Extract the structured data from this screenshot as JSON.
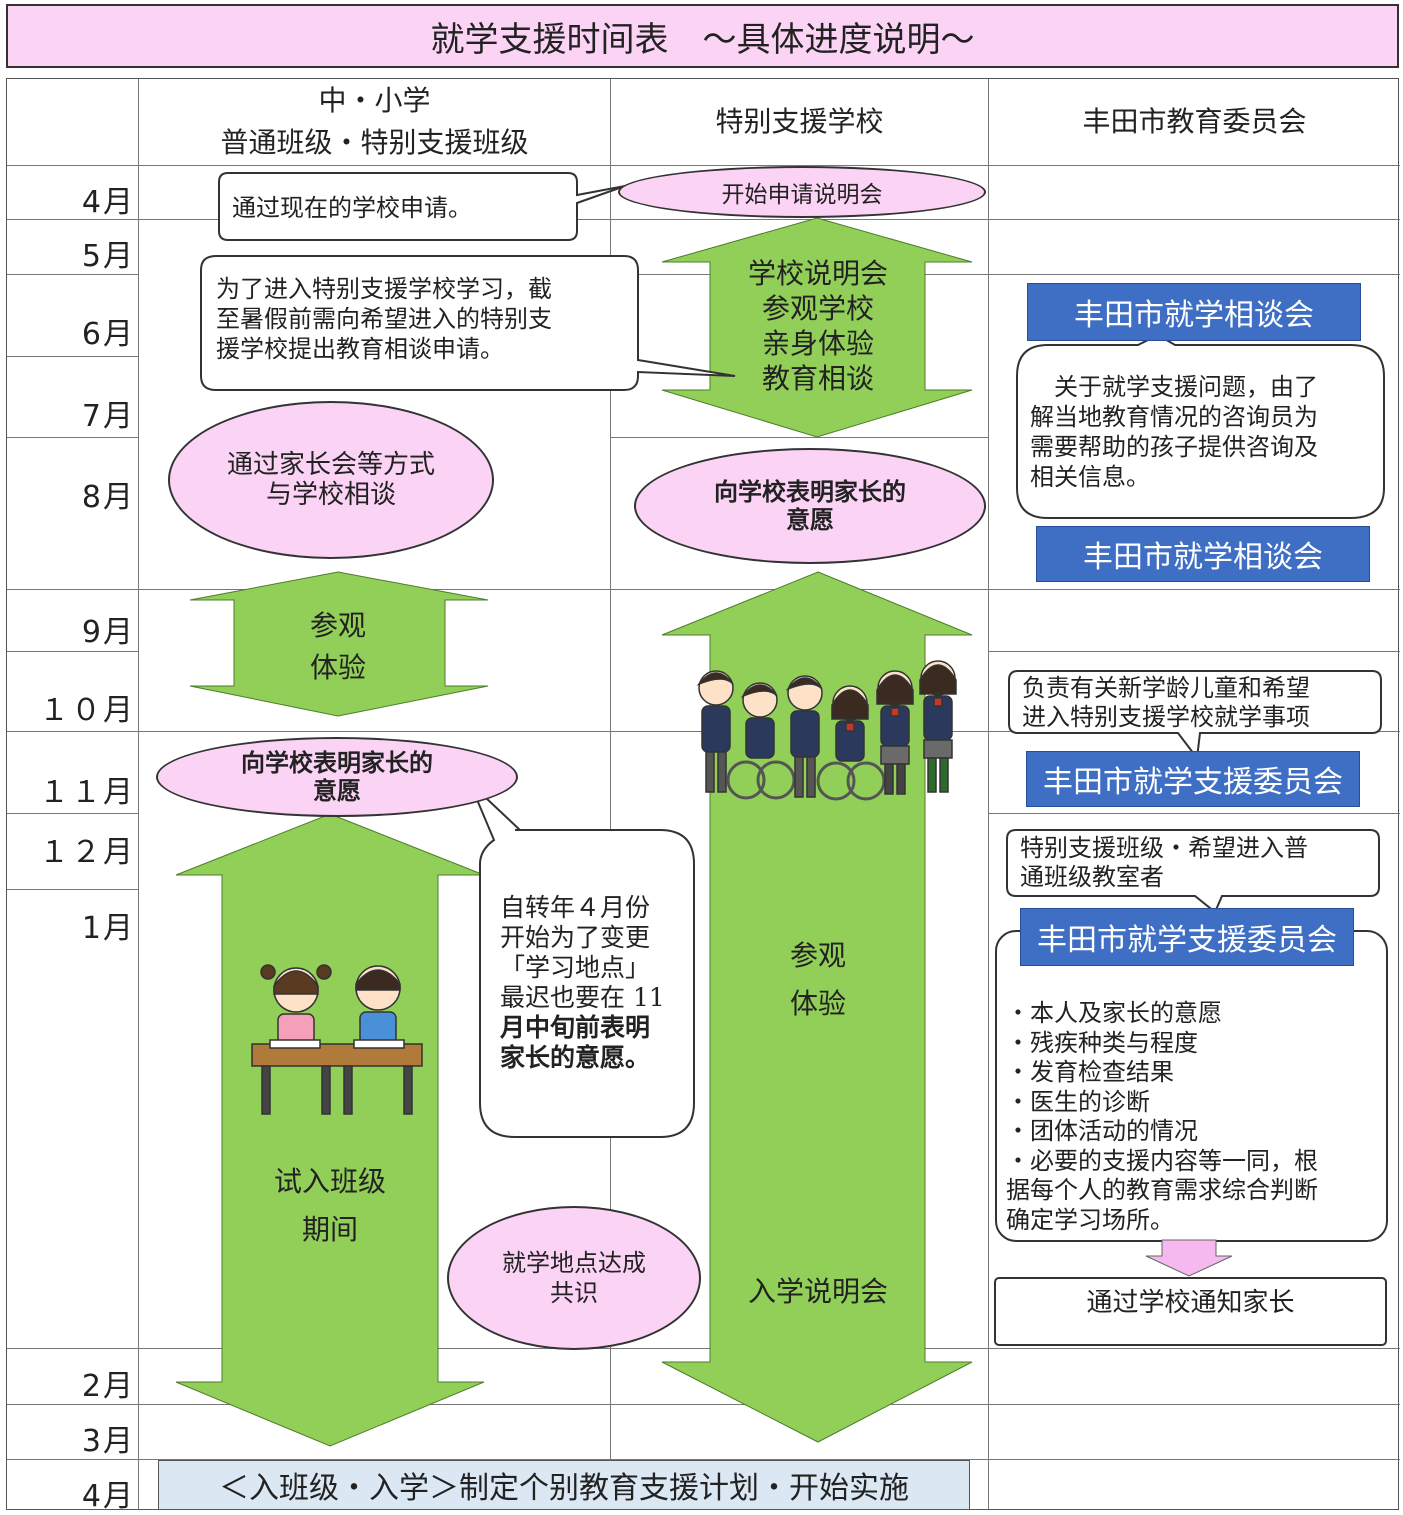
{
  "title": "就学支援时间表　～具体进度说明～",
  "columns": {
    "school_line1": "中・小学",
    "school_line2": "普通班级・特别支援班级",
    "special": "特别支援学校",
    "board": "丰田市教育委员会"
  },
  "months": [
    "4月",
    "5月",
    "6月",
    "7月",
    "8月",
    "9月",
    "１０月",
    "１１月",
    "１２月",
    "1月",
    "2月",
    "3月",
    "4月"
  ],
  "school": {
    "apply_callout": "通过现在的学校申请。",
    "consult_callout": [
      "为了进入特别支援学校学习，截",
      "至暑假前需向希望进入的特别支",
      "援学校提出教育相谈申请。"
    ],
    "parent_meeting": [
      "通过家长会等方式",
      "与学校相谈"
    ],
    "visit_arrow": [
      "参观",
      "体验"
    ],
    "wish_ellipse": [
      "向学校表明家长的",
      "意愿"
    ],
    "trial_arrow": [
      "试入班级",
      "期间"
    ],
    "change_callout": [
      "自转年４月份",
      "开始为了变更",
      "「学习地点」",
      "最迟也要在 11",
      "月中旬前表明",
      "家长的意愿。"
    ],
    "agree_ellipse": [
      "就学地点达成",
      "共识"
    ]
  },
  "special_school": {
    "briefing_ellipse": "开始申请说明会",
    "first_arrow": [
      "学校说明会",
      "参观学校",
      "亲身体验",
      "教育相谈"
    ],
    "wish_ellipse": [
      "向学校表明家长的",
      "意愿"
    ],
    "big_arrow": [
      "参观",
      "体验"
    ],
    "enroll_meeting": "入学说明会"
  },
  "board": {
    "consult_box_1": "丰田市就学相谈会",
    "consult_callout": [
      "　关于就学支援问题，由了",
      "解当地教育情况的咨询员为",
      "需要帮助的孩子提供咨询及",
      "相关信息。"
    ],
    "consult_box_2": "丰田市就学相谈会",
    "new_child_callout": [
      "负责有关新学龄儿童和希望",
      "进入特别支援学校就学事项"
    ],
    "committee_box_1": "丰田市就学支援委员会",
    "transfer_callout": [
      "特别支援班级・希望进入普",
      "通班级教室者"
    ],
    "committee_box_2": "丰田市就学支援委员会",
    "criteria": [
      "・本人及家长的意愿",
      "・残疾种类与程度",
      "・发育检查结果",
      "・医生的诊断",
      "・团体活动的情况",
      "・必要的支援内容等一同，根",
      "据每个人的教育需求综合判断",
      "确定学习场所。"
    ],
    "notify_box": "通过学校通知家长"
  },
  "bottom_bar": "＜入班级・入学＞制定个别教育支援计划・开始实施",
  "colors": {
    "title_bg": "#fbd3f5",
    "ellipse_bg": "#fbd3f5",
    "arrow_green": "#92cf58",
    "board_blue": "#3f6fc4",
    "bottom_bg": "#dbe8f4"
  }
}
